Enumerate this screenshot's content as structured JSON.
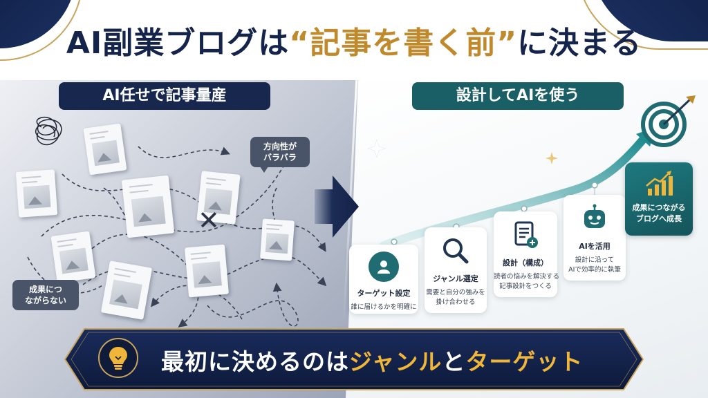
{
  "title": {
    "prefix": "AI副業ブログは",
    "highlight": "“記事を書く前”",
    "suffix": "に決まる"
  },
  "left_panel": {
    "label": "AI任せで記事量産",
    "bubble_top": [
      "方向性が",
      "バラバラ"
    ],
    "bubble_bottom": [
      "成果につ",
      "ながらない"
    ],
    "x_mark": "✕"
  },
  "right_panel": {
    "label": "設計してAIを使う",
    "steps": [
      {
        "title": "ターゲット設定",
        "desc": [
          "誰に届けるかを明確に"
        ],
        "icon": "user-icon"
      },
      {
        "title": "ジャンル選定",
        "desc": [
          "需要と自分の強みを",
          "掛け合わせる"
        ],
        "icon": "search-icon"
      },
      {
        "title": "設計（構成）",
        "desc": [
          "読者の悩みを解決する",
          "記事設計をつくる"
        ],
        "icon": "document-icon"
      },
      {
        "title": "AIを活用",
        "desc": [
          "設計に沿って",
          "AIで効率的に執筆"
        ],
        "icon": "robot-icon"
      }
    ],
    "goal": {
      "text": [
        "成果につながる",
        "ブログへ成長"
      ],
      "icon": "growth-chart-icon"
    },
    "target_icon": "target-icon"
  },
  "banner": {
    "prefix": "最初に決めるのは",
    "highlight1": "ジャンル",
    "middle": "と",
    "highlight2": "ターゲット",
    "icon": "lightbulb-icon"
  },
  "colors": {
    "navy": "#17274d",
    "teal": "#1a5f66",
    "gold": "#c08a2c",
    "banner_gold": "#f0b63a"
  }
}
